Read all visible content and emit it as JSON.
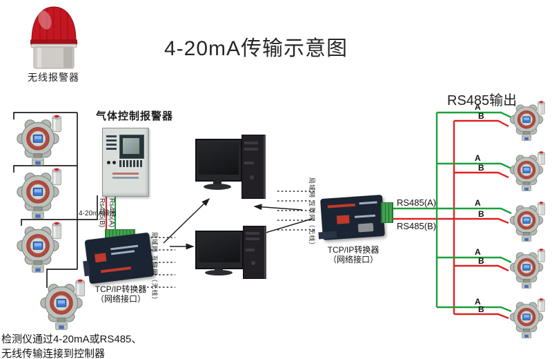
{
  "title": "4-20mA传输示意图",
  "beacon": {
    "label": "无线报警器"
  },
  "controller": {
    "label": "气体控制报警器",
    "wire_4_20": "4-20mA输出",
    "wire_rs485_b": "Rs485(B)",
    "wire_rs485_a": "Rs485(A)"
  },
  "converter_left": {
    "line1": "TCP/IP转换器",
    "line2": "（网络接口）"
  },
  "converter_right": {
    "line1": "TCP/IP转换器",
    "line2": "（网络接口）"
  },
  "network": {
    "label_left": "局域网 互联网（无线）",
    "label_right": "局域网 互联网（无线）"
  },
  "rs485_out": {
    "title": "RS485输出",
    "wire_a": "RS485(A)",
    "wire_b": "RS485(B)",
    "branch_a": "A",
    "branch_b": "B"
  },
  "caption": {
    "line1": "检测仪通过4-20mA或RS485、",
    "line2": "无线传输连接到控制器"
  },
  "colors": {
    "wire_a_green": "#1aa03a",
    "wire_b_red": "#e02020",
    "line_black": "#1c1c1c"
  }
}
